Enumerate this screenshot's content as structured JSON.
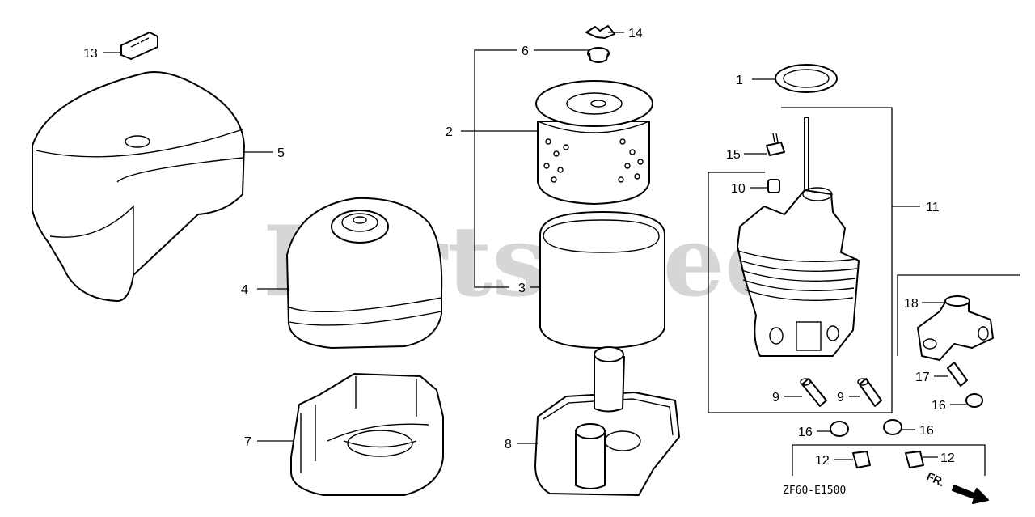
{
  "watermark": "PartsTree",
  "diagram_code": "ZF60-E1500",
  "direction_marker": "FR.",
  "callouts": {
    "c1": "1",
    "c2": "2",
    "c3": "3",
    "c4": "4",
    "c5": "5",
    "c6": "6",
    "c7": "7",
    "c8": "8",
    "c9a": "9",
    "c9b": "9",
    "c10": "10",
    "c11": "11",
    "c12a": "12",
    "c12b": "12",
    "c13": "13",
    "c14": "14",
    "c15": "15",
    "c16a": "16",
    "c16b": "16",
    "c16c": "16",
    "c17": "17",
    "c18": "18"
  }
}
